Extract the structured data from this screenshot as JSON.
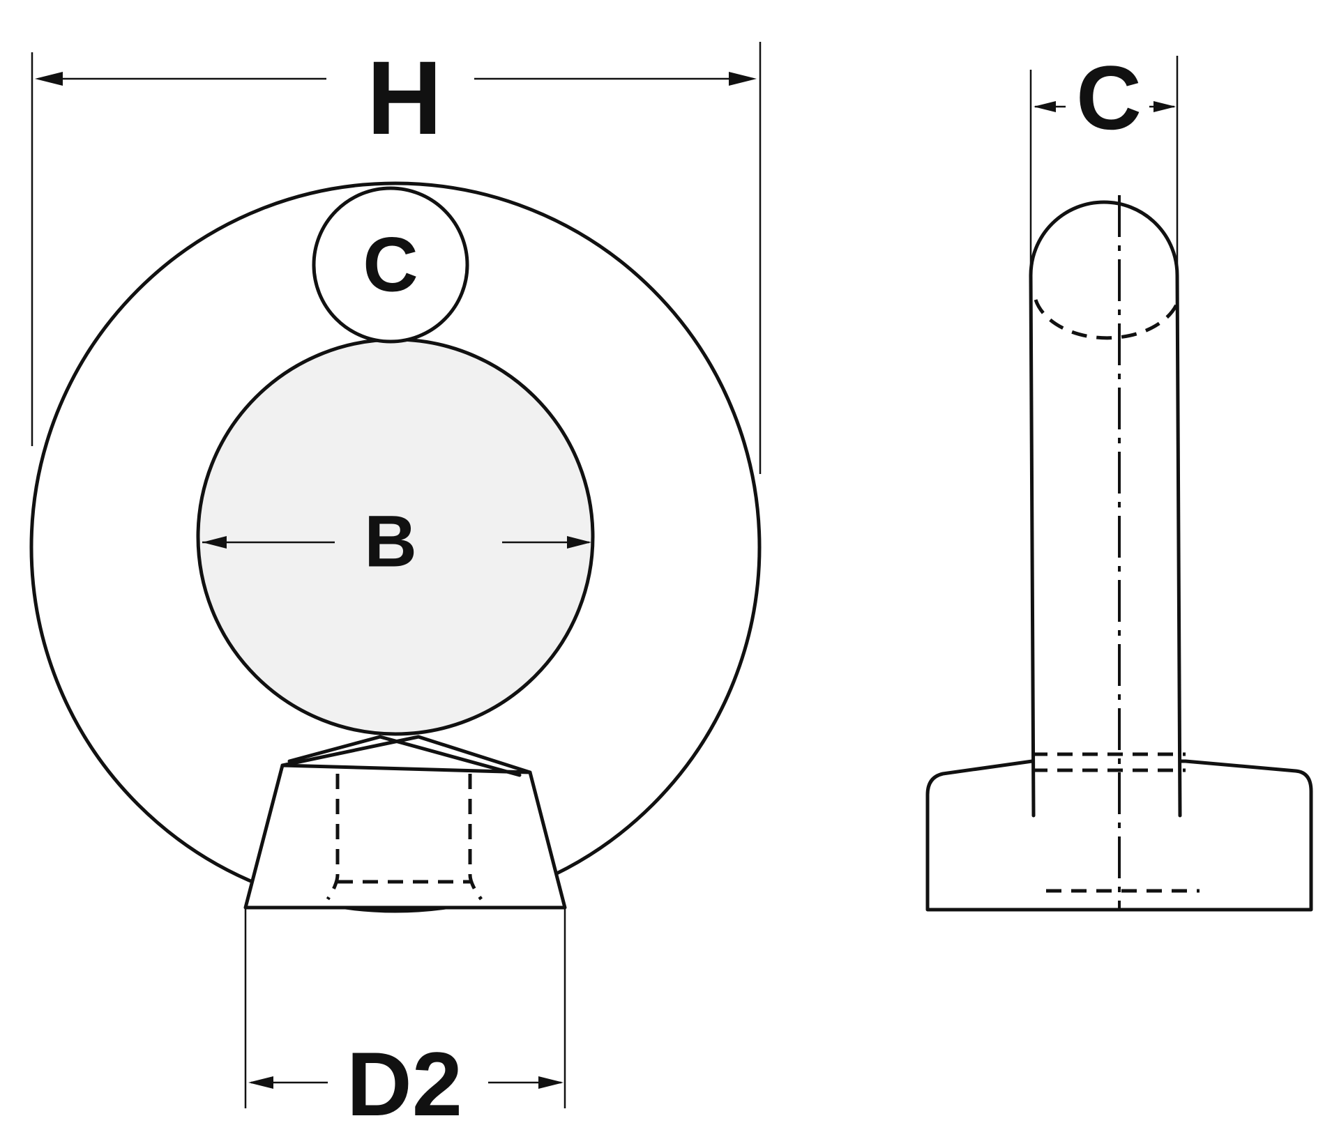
{
  "labels": {
    "overall_width": "H",
    "inner_diameter": "B",
    "section_front": "C",
    "section_side": "C",
    "base_diameter": "D2"
  },
  "colors": {
    "line": "#111111",
    "inner_fill": "#f1f1f1",
    "background": "#ffffff"
  }
}
